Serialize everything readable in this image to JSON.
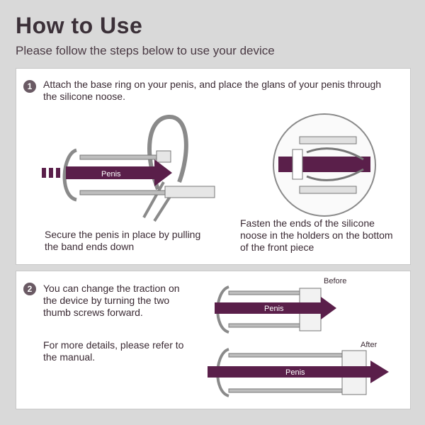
{
  "header": {
    "title": "How to Use",
    "subtitle": "Please follow the steps below to use your device"
  },
  "step1": {
    "number": "1",
    "instruction": "Attach the base ring on your penis, and place the glans of your penis through the silicone noose.",
    "caption_left": "Secure the penis in place by pulling the band ends down",
    "caption_right": "Fasten the ends of the silicone noose in the holders on the bottom of the front piece",
    "arrow_label": "Penis"
  },
  "step2": {
    "number": "2",
    "instruction": "You can change the traction on the device by turning the two thumb screws forward.",
    "note": "For more details, please refer to the manual.",
    "before_label": "Before",
    "after_label": "After",
    "arrow_label_before": "Penis",
    "arrow_label_after": "Penis"
  },
  "colors": {
    "accent": "#5a1f4a",
    "background": "#d9d9d9",
    "panel": "#ffffff",
    "text": "#3a2a33"
  }
}
